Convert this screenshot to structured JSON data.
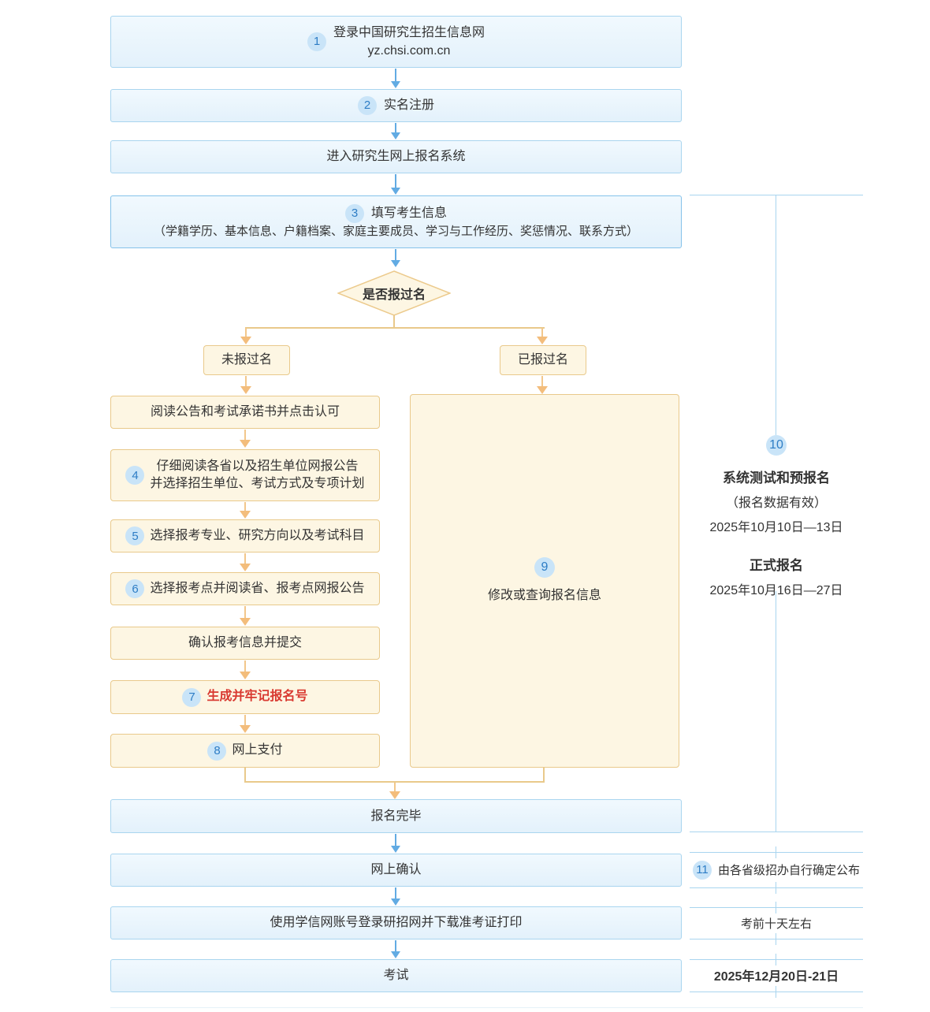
{
  "top_flow": {
    "box1": {
      "num": "1",
      "line1": "登录中国研究生招生信息网",
      "line2": "yz.chsi.com.cn"
    },
    "box2": {
      "num": "2",
      "text": "实名注册"
    },
    "box3": {
      "text": "进入研究生网上报名系统"
    },
    "box4": {
      "num": "3",
      "title": "填写考生信息",
      "subtitle": "（学籍学历、基本信息、户籍档案、家庭主要成员、学习与工作经历、奖惩情况、联系方式）"
    }
  },
  "decision": {
    "text": "是否报过名"
  },
  "branches": {
    "left": "未报过名",
    "right": "已报过名"
  },
  "left_column": [
    {
      "text": "阅读公告和考试承诺书并点击认可"
    },
    {
      "num": "4",
      "line1": "仔细阅读各省以及招生单位网报公告",
      "line2": "并选择招生单位、考试方式及专项计划"
    },
    {
      "num": "5",
      "text": "选择报考专业、研究方向以及考试科目"
    },
    {
      "num": "6",
      "text": "选择报考点并阅读省、报考点网报公告"
    },
    {
      "text": "确认报考信息并提交"
    },
    {
      "num": "7",
      "text": "生成并牢记报名号"
    },
    {
      "num": "8",
      "text": "网上支付"
    }
  ],
  "right_box": {
    "num": "9",
    "text": "修改或查询报名信息"
  },
  "bottom_flow": {
    "done": {
      "text": "报名完毕"
    },
    "confirm": {
      "text": "网上确认"
    },
    "download": {
      "text": "使用学信网账号登录研招网并下载准考证打印"
    },
    "exam": {
      "text": "考试"
    }
  },
  "sidebar": {
    "section10": {
      "num": "10",
      "title1": "系统测试和预报名",
      "subtitle1": "（报名数据有效）",
      "date1": "2025年10月10日—13日",
      "title2": "正式报名",
      "date2": "2025年10月16日—27日"
    },
    "row11": {
      "num": "11",
      "text": "由各省级招办自行确定公布"
    },
    "row12": {
      "text": "考前十天左右"
    },
    "row13": {
      "text": "2025年12月20日-21日"
    }
  },
  "colors": {
    "blue_box_fill": "#e9f4fb",
    "blue_box_border": "#a9d5ef",
    "blue_arrow": "#62abe3",
    "cream_box_fill": "#fdf6e3",
    "cream_box_border": "#e9c98b",
    "orange_arrow": "#f3bd7c",
    "badge_bg": "#c9e4f8",
    "badge_text": "#2e7dc5",
    "emphasis_red": "#d93a31",
    "text": "#333333"
  }
}
